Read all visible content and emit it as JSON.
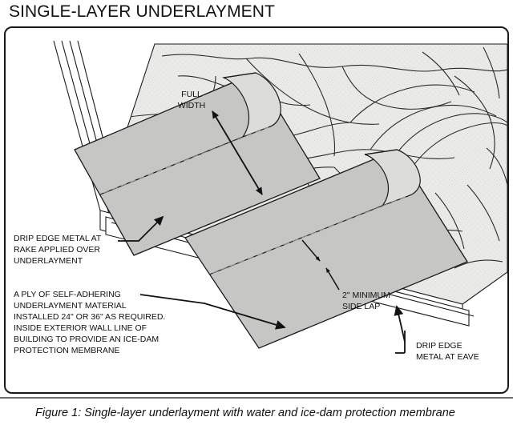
{
  "title": "SINGLE-LAYER UNDERLAYMENT",
  "caption": "Figure 1: Single-layer underlayment with water and ice-dam protection membrane",
  "colors": {
    "deck": "#eaeae8",
    "deck_edge": "#1a1a1a",
    "membrane": "#c6c6c4",
    "membrane_under": "#d8d8d6",
    "membrane_roll": "#dcdcda",
    "drip_edge": "#ffffff",
    "line": "#1a1a1a",
    "dashed_lap": "#9a9a98",
    "divider": "#6d6d6d",
    "text": "#111111"
  },
  "diagram": {
    "labels": {
      "full_width": [
        "FULL",
        "WIDTH"
      ],
      "side_lap": [
        "2\" MINIMUM",
        "SIDE LAP"
      ],
      "drip_edge_rake": [
        "DRIP EDGE METAL AT",
        "RAKE APPLIED OVER",
        "UNDERLAYMENT"
      ],
      "ply_note": [
        "A PLY OF SELF-ADHERING",
        "UNDERLAYMENT MATERIAL",
        "INSTALLED 24\" OR 36\" AS REQUIRED.",
        "INSIDE EXTERIOR WALL LINE OF",
        "BUILDING TO PROVIDE AN ICE-DAM",
        "PROTECTION MEMBRANE"
      ],
      "drip_edge_eave": [
        "DRIP EDGE",
        "METAL AT EAVE"
      ]
    },
    "parts": {
      "roof_deck": "roof sheathing with wood grain",
      "membrane_upper": "upper self-adhering underlayment sheet",
      "membrane_lower": "lower self-adhering underlayment sheet",
      "rake_drip_edge": "drip edge metal band along rake",
      "eave_drip_edge": "drip edge metal band along eave"
    }
  }
}
